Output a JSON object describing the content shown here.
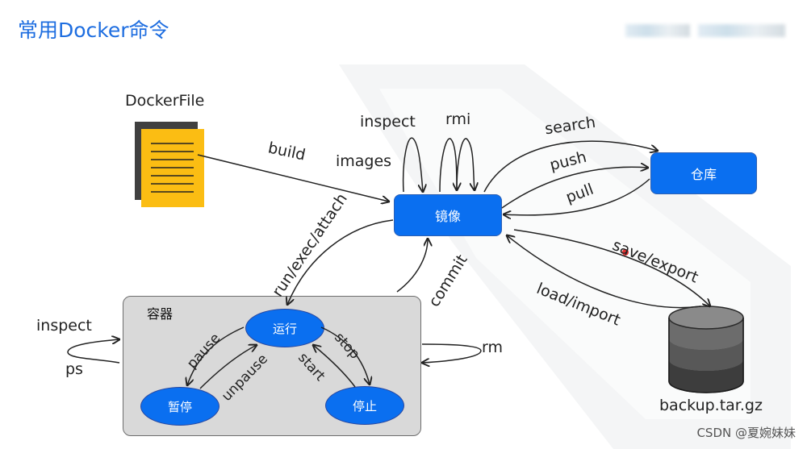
{
  "title": "常用Docker命令",
  "dockerfile": {
    "label": "DockerFile"
  },
  "nodes": {
    "image": "镜像",
    "repo": "仓库",
    "container": "容器",
    "running": "运行",
    "paused": "暂停",
    "stopped": "停止"
  },
  "edges": {
    "build": "build",
    "inspect_top": "inspect",
    "rmi": "rmi",
    "images": "images",
    "search": "search",
    "push": "push",
    "pull": "pull",
    "save_export": "save/export",
    "load_import": "load/import",
    "run_exec_attach": "run/exec/attach",
    "commit": "commit",
    "pause": "pause",
    "unpause": "unpause",
    "stop": "stop",
    "start": "start",
    "inspect_left": "inspect",
    "ps": "ps",
    "rm": "rm"
  },
  "backup": {
    "label": "backup.tar.gz"
  },
  "watermark": "CSDN @夏婉妹妹",
  "colors": {
    "accent": "#0a6ff0",
    "title": "#1d6de0",
    "container_bg": "#d9d9d9"
  }
}
